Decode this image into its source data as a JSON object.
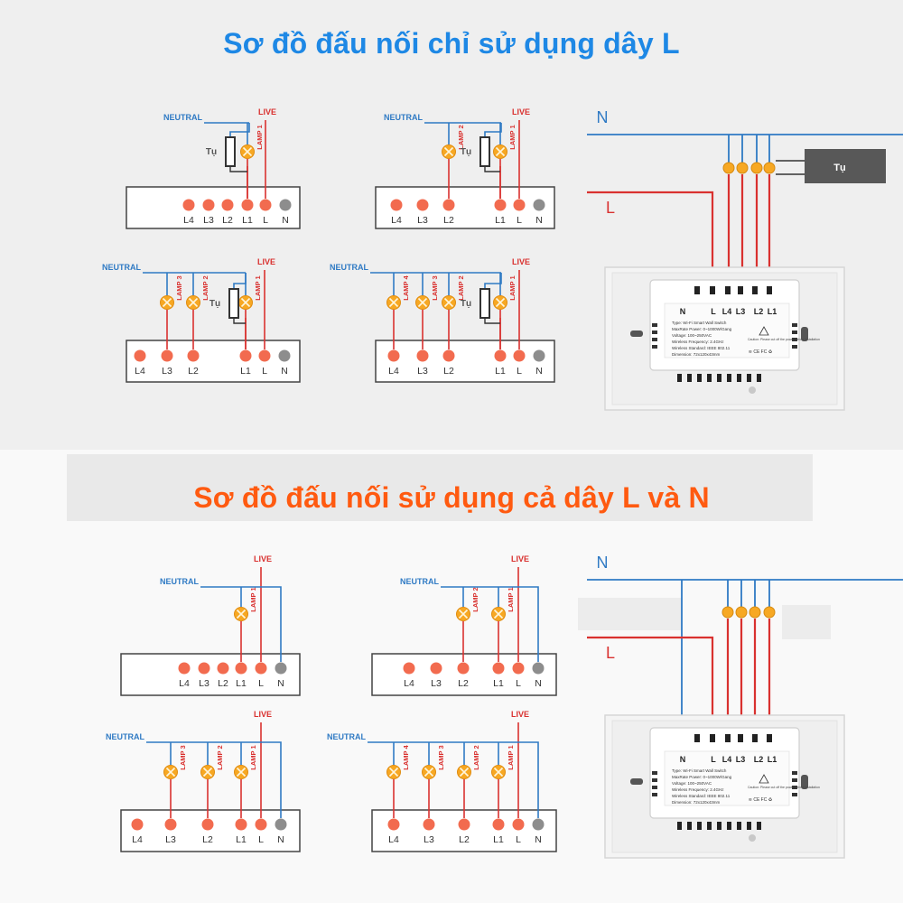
{
  "titles": {
    "top": "Sơ đồ đấu nối chỉ sử dụng dây L",
    "bottom": "Sơ đồ đấu nối sử dụng cả dây L và N"
  },
  "colors": {
    "title_top": "#1e88e5",
    "title_bottom": "#ff5a10",
    "neutral_wire": "#2f7ac4",
    "live_wire": "#d9312f",
    "terminal": "#f26b4f",
    "terminal_n": "#8d8d8d",
    "lamp": "#f7a823",
    "capacitor_box": "#585858"
  },
  "labels": {
    "neutral": "NEUTRAL",
    "live": "LIVE",
    "capacitor": "Tụ",
    "lamp1": "LAMP 1",
    "lamp2": "LAMP 2",
    "lamp3": "LAMP 3",
    "lamp4": "LAMP 4",
    "N": "N",
    "L": "L"
  },
  "terminal_labels": {
    "L4": "L4",
    "L3": "L3",
    "L2": "L2",
    "L1": "L1",
    "L": "L",
    "N": "N"
  },
  "switch_spec": {
    "terminals": [
      "N",
      "L",
      "L4",
      "L3",
      "L2",
      "L1"
    ],
    "type": "Type: Wi-Fi Smart Wall Switch",
    "max_power": "MaxRate Power: 0~1000W/Gang",
    "voltage": "Voltage: 100~250VAC",
    "frequency": "Wireless Frequency: 2.4GHz",
    "standard": "Wireless Standard: IEEE 802.11",
    "dimension": "Dimension: 72x120x43mm",
    "warning": "Caution: Please cut off the power before installation"
  }
}
